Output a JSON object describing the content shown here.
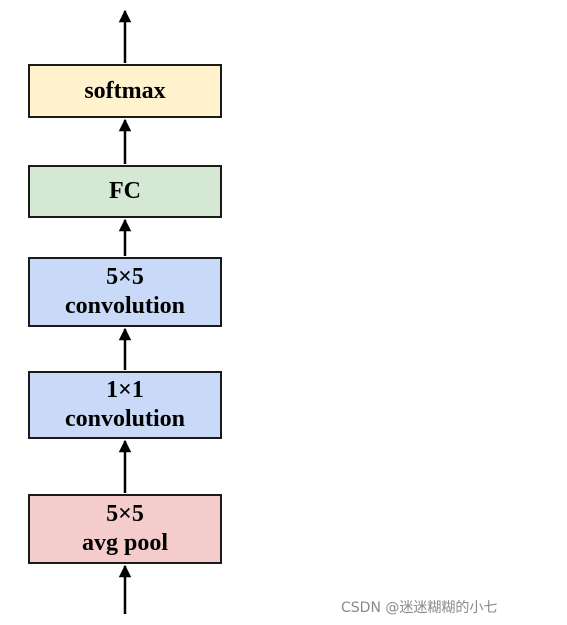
{
  "diagram": {
    "layers": {
      "softmax": {
        "label": "softmax",
        "fill": "#fff2cc"
      },
      "fc": {
        "label": "FC",
        "fill": "#d5e8d4"
      },
      "conv5": {
        "line1": "5×5",
        "line2": "convolution",
        "fill": "#c9daf8"
      },
      "conv1": {
        "line1": "1×1",
        "line2": "convolution",
        "fill": "#c9daf8"
      },
      "pool": {
        "line1": "5×5",
        "line2": "avg pool",
        "fill": "#f4cccc"
      }
    },
    "arrow_color": "#000000"
  },
  "watermark": "CSDN @迷迷糊糊的小七"
}
